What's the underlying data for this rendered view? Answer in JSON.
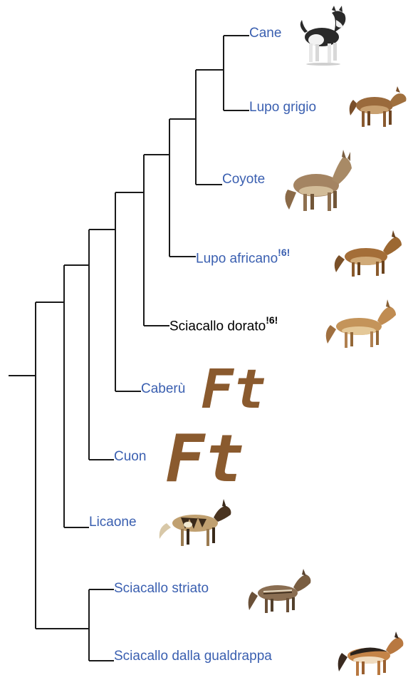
{
  "tree": {
    "leaves": [
      {
        "id": "cane",
        "label": "Cane",
        "note": "",
        "color": "#3a5fb0",
        "icon": "dog-icon"
      },
      {
        "id": "lupo-grigio",
        "label": "Lupo grigio",
        "note": "",
        "color": "#3a5fb0",
        "icon": "wolf-icon"
      },
      {
        "id": "coyote",
        "label": "Coyote",
        "note": "",
        "color": "#3a5fb0",
        "icon": "coyote-icon"
      },
      {
        "id": "lupo-africano",
        "label": "Lupo africano",
        "note": "6",
        "color": "#3a5fb0",
        "icon": "african-wolf-icon"
      },
      {
        "id": "sciacallo-dorato",
        "label": "Sciacallo dorato",
        "note": "6",
        "color": "#000000",
        "icon": "golden-jackal-icon"
      },
      {
        "id": "caberu",
        "label": "Caberù",
        "note": "",
        "color": "#3a5fb0",
        "icon": "ft-logo"
      },
      {
        "id": "cuon",
        "label": "Cuon",
        "note": "",
        "color": "#3a5fb0",
        "icon": "ft-logo"
      },
      {
        "id": "licaone",
        "label": "Licaone",
        "note": "",
        "color": "#3a5fb0",
        "icon": "african-wild-dog-icon"
      },
      {
        "id": "sciacallo-striato",
        "label": "Sciacallo striato",
        "note": "",
        "color": "#3a5fb0",
        "icon": "side-striped-jackal-icon"
      },
      {
        "id": "sciacallo-gualdrappa",
        "label": "Sciacallo dalla gualdrappa",
        "note": "",
        "color": "#3a5fb0",
        "icon": "black-backed-jackal-icon"
      }
    ],
    "logos": {
      "caberu_mark": "Ft",
      "cuon_mark": "Ft"
    },
    "colors": {
      "label_blue": "#3a5fb0",
      "branch": "#1a1a1a",
      "logo_brown": "#8a5a2e"
    }
  }
}
